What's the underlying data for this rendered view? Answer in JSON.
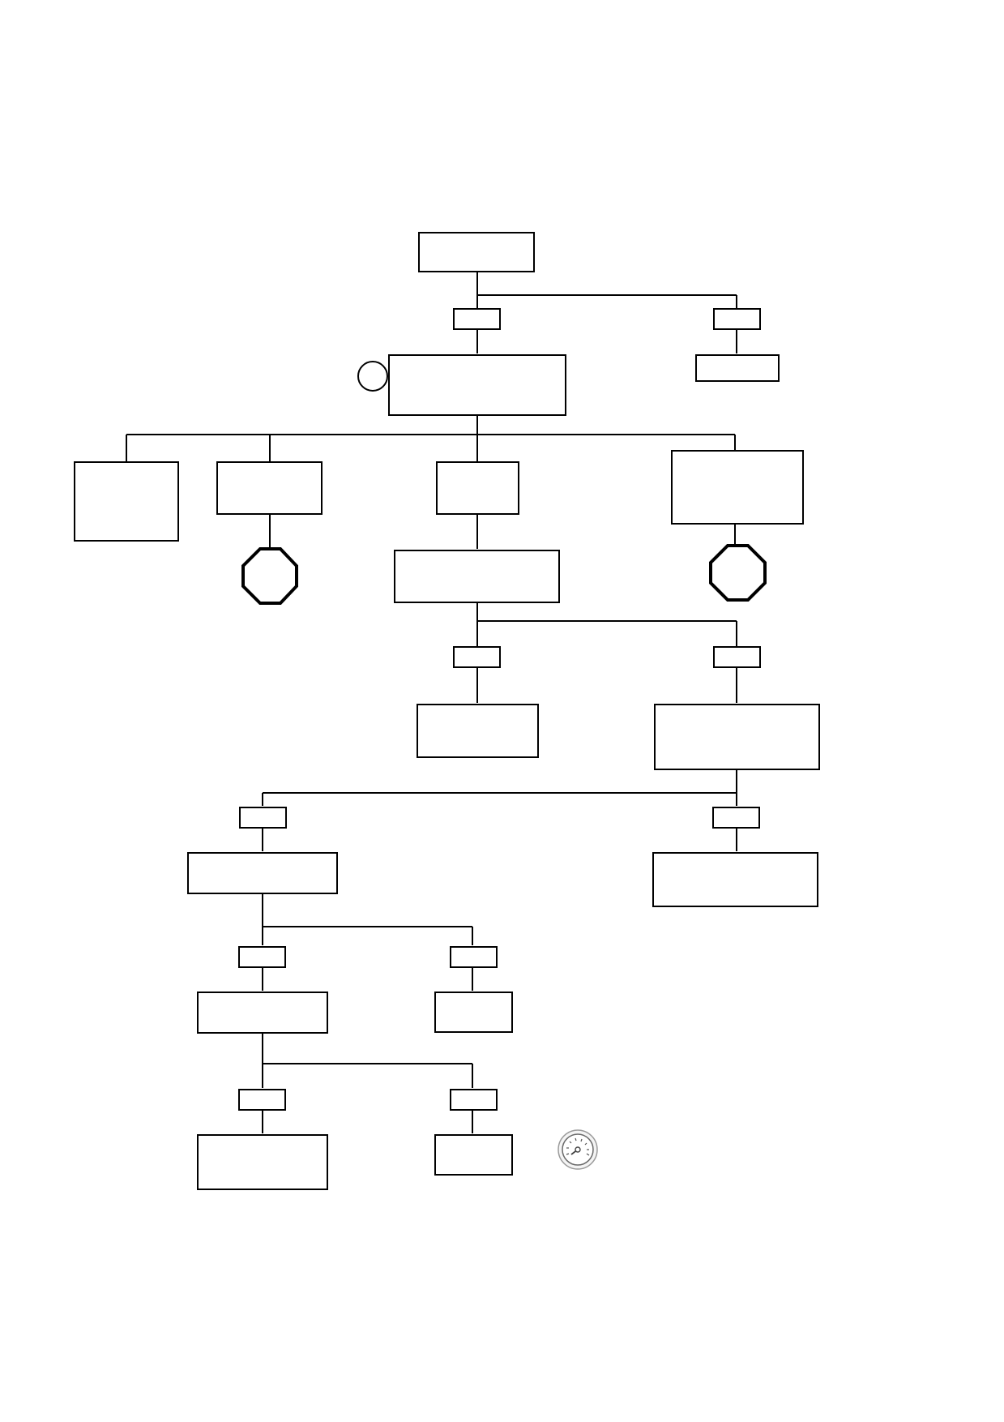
{
  "diagram": {
    "type": "flowchart",
    "colors": {
      "line": "#000000",
      "fill": "#ffffff",
      "gauge": "#6a6a6a"
    },
    "nodes": [
      {
        "id": "n1",
        "shape": "process",
        "text": ""
      },
      {
        "id": "c1a",
        "shape": "connector",
        "text": ""
      },
      {
        "id": "c1b",
        "shape": "connector",
        "text": ""
      },
      {
        "id": "n2",
        "shape": "process",
        "text": ""
      },
      {
        "id": "n3",
        "shape": "process",
        "text": ""
      },
      {
        "id": "s1",
        "shape": "circle",
        "text": ""
      },
      {
        "id": "n4",
        "shape": "process",
        "text": ""
      },
      {
        "id": "n5",
        "shape": "process",
        "text": ""
      },
      {
        "id": "n6",
        "shape": "process",
        "text": ""
      },
      {
        "id": "n7",
        "shape": "process",
        "text": ""
      },
      {
        "id": "t1",
        "shape": "terminator",
        "text": ""
      },
      {
        "id": "t2",
        "shape": "terminator",
        "text": ""
      },
      {
        "id": "n8",
        "shape": "process",
        "text": ""
      },
      {
        "id": "c2a",
        "shape": "connector",
        "text": ""
      },
      {
        "id": "c2b",
        "shape": "connector",
        "text": ""
      },
      {
        "id": "n9",
        "shape": "process",
        "text": ""
      },
      {
        "id": "n10",
        "shape": "process",
        "text": ""
      },
      {
        "id": "c3a",
        "shape": "connector",
        "text": ""
      },
      {
        "id": "c3b",
        "shape": "connector",
        "text": ""
      },
      {
        "id": "n11",
        "shape": "process",
        "text": ""
      },
      {
        "id": "n12",
        "shape": "process",
        "text": ""
      },
      {
        "id": "c4a",
        "shape": "connector",
        "text": ""
      },
      {
        "id": "c4b",
        "shape": "connector",
        "text": ""
      },
      {
        "id": "n13",
        "shape": "process",
        "text": ""
      },
      {
        "id": "n14",
        "shape": "process",
        "text": ""
      },
      {
        "id": "c5a",
        "shape": "connector",
        "text": ""
      },
      {
        "id": "c5b",
        "shape": "connector",
        "text": ""
      },
      {
        "id": "n15",
        "shape": "process",
        "text": ""
      },
      {
        "id": "n16",
        "shape": "process",
        "text": ""
      }
    ],
    "edges": [
      [
        "n1",
        "c1a"
      ],
      [
        "n1",
        "c1b"
      ],
      [
        "c1a",
        "n2"
      ],
      [
        "c1b",
        "n3"
      ],
      [
        "n2",
        "n4"
      ],
      [
        "n2",
        "n5"
      ],
      [
        "n2",
        "n6"
      ],
      [
        "n2",
        "n7"
      ],
      [
        "n5",
        "t1"
      ],
      [
        "n6",
        "n8"
      ],
      [
        "n7",
        "t2"
      ],
      [
        "n8",
        "c2a"
      ],
      [
        "n8",
        "c2b"
      ],
      [
        "c2a",
        "n9"
      ],
      [
        "c2b",
        "n10"
      ],
      [
        "n10",
        "c3a"
      ],
      [
        "n10",
        "c3b"
      ],
      [
        "c3a",
        "n11"
      ],
      [
        "c3b",
        "n12"
      ],
      [
        "n11",
        "c4a"
      ],
      [
        "n11",
        "c4b"
      ],
      [
        "c4a",
        "n13"
      ],
      [
        "c4b",
        "n14"
      ],
      [
        "n13",
        "c5a"
      ],
      [
        "n13",
        "c5b"
      ],
      [
        "c5a",
        "n15"
      ],
      [
        "c5b",
        "n16"
      ]
    ],
    "icons": [
      {
        "name": "gauge-icon"
      }
    ]
  }
}
